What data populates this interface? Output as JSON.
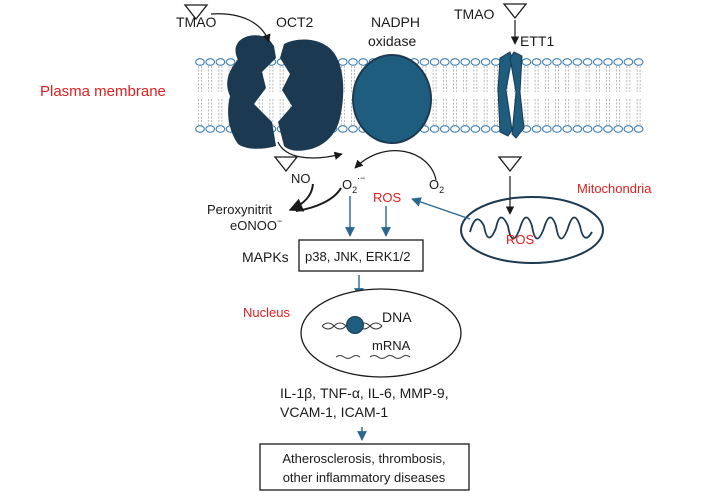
{
  "labels": {
    "tmao_left": "TMAO",
    "oct2": "OCT2",
    "nadph_line1": "NADPH",
    "nadph_line2": "oxidase",
    "tmao_right": "TMAO",
    "ett1": "ETT1",
    "plasma_membrane": "Plasma membrane",
    "no": "NO",
    "o2_superoxide": "O",
    "o2_superoxide_sub": "2",
    "o2_superoxide_sup": "·−",
    "o2": "O",
    "o2_sub": "2",
    "ros_left": "ROS",
    "mitochondria": "Mitochondria",
    "ros_mito": "ROS",
    "peroxynitrit": "Peroxynitrit",
    "eonoo": "eONOO",
    "eonoo_sup": "−",
    "mapks": "MAPKs",
    "mapks_box": "p38, JNK, ERK1/2",
    "nucleus": "Nucleus",
    "dna": "DNA",
    "mrna": "mRNA",
    "cytokines_line1": "IL-1β, TNF-α, IL-6, MMP-9,",
    "cytokines_line2": "VCAM-1, ICAM-1",
    "outcome_line1": "Atherosclerosis, thrombosis,",
    "outcome_line2": "other inflammatory diseases"
  },
  "colors": {
    "protein_dark": "#1b3a52",
    "protein_blue": "#1e5d7d",
    "membrane_head": "#3d7fb3",
    "arrow_blue": "#2a6790",
    "label_red": "#e02020",
    "text": "#1a1a1a"
  }
}
